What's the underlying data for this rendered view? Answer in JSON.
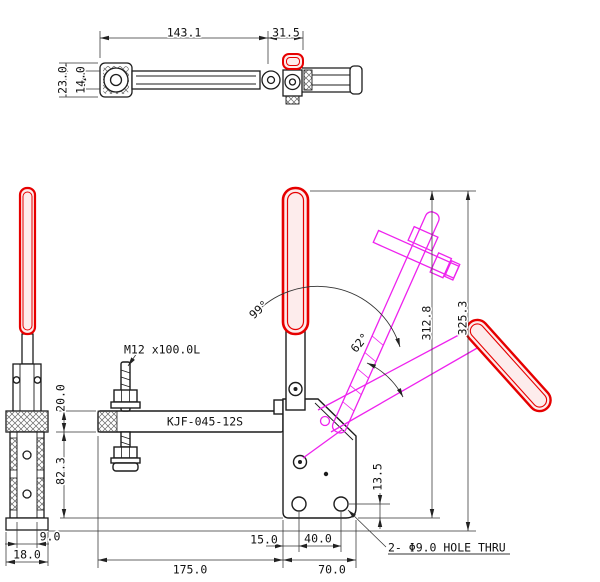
{
  "labels": {
    "top_length": "143.1",
    "top_offset": "31.5",
    "top_height_outer": "23.0",
    "top_height_inner": "14.0",
    "angle_open": "99°",
    "angle_handle": "62°",
    "height_inner": "312.8",
    "height_overall": "325.3",
    "spindle": "M12 x100.0L",
    "model": "KJF-045-12S",
    "bar_height": "20.0",
    "bar_to_base": "82.3",
    "hole_to_edge": "13.5",
    "side_inner": "9.0",
    "side_outer": "18.0",
    "bar_length": "175.0",
    "base_width": "70.0",
    "hole_inset": "15.0",
    "hole_pitch": "40.0",
    "hole_note": "2- Φ9.0 HOLE THRU"
  },
  "colors": {
    "line": "#1c1c1c",
    "dimension": "#333333",
    "handle_red": "#e60000",
    "phantom_magenta": "#ee22ee",
    "fill": "#ffffff"
  }
}
